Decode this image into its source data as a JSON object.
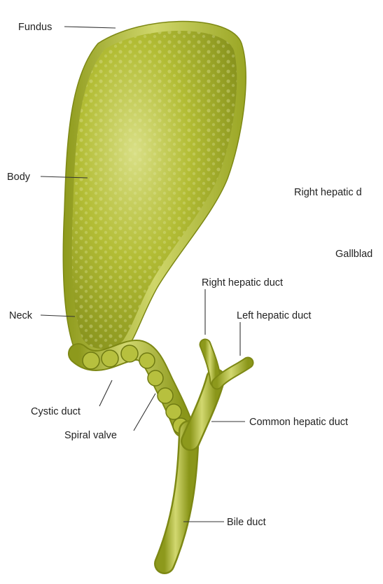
{
  "labels": {
    "fundus": "Fundus",
    "body": "Body",
    "neck": "Neck",
    "cystic_duct": "Cystic duct",
    "spiral_valve": "Spiral valve",
    "right_hepatic_duct": "Right hepatic duct",
    "left_hepatic_duct": "Left hepatic duct",
    "common_hepatic_duct": "Common hepatic duct",
    "bile_duct": "Bile duct",
    "cropped_right_hepatic": "Right hepatic d",
    "cropped_gallbladder": "Gallblad"
  },
  "colors": {
    "organ_fill": "#a9b52a",
    "organ_highlight": "#d6dc7a",
    "organ_shadow": "#6f7a12",
    "wall": "#c8cf62",
    "background": "#ffffff"
  }
}
